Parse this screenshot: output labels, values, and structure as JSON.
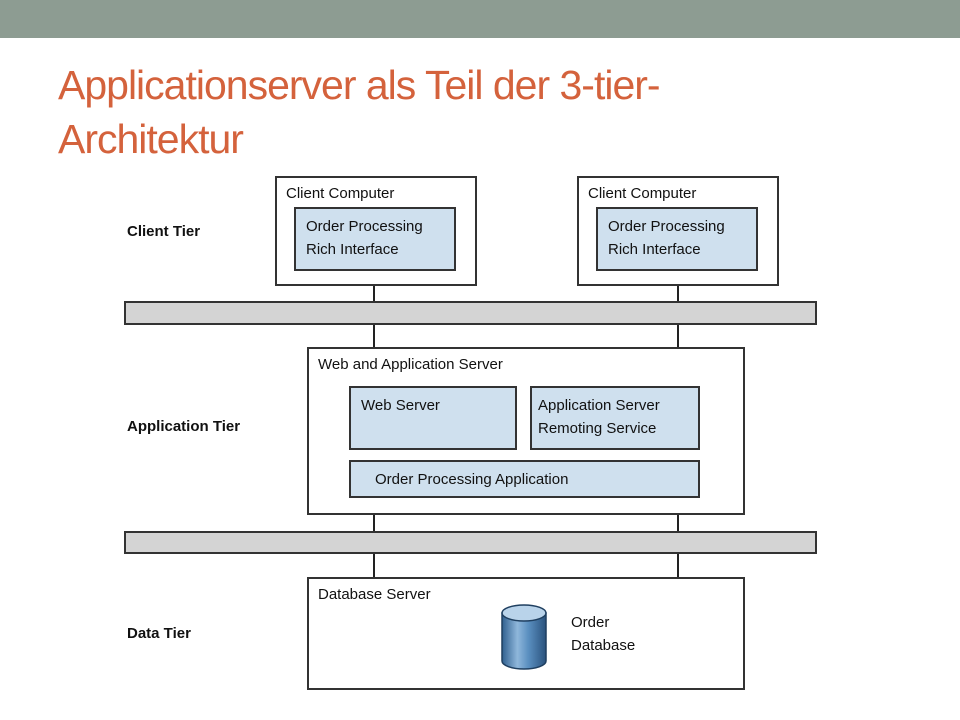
{
  "slide": {
    "title_line1": "Applicationserver als Teil der 3-tier-",
    "title_line2": "Architektur"
  },
  "diagram": {
    "tiers": {
      "client": "Client Tier",
      "application": "Application Tier",
      "data": "Data Tier"
    },
    "client_computers": [
      {
        "title": "Client Computer",
        "app_line1": "Order Processing",
        "app_line2": "Rich Interface"
      },
      {
        "title": "Client Computer",
        "app_line1": "Order Processing",
        "app_line2": "Rich Interface"
      }
    ],
    "app_server": {
      "title": "Web and Application Server",
      "web_server": "Web Server",
      "remoting_line1": "Application Server",
      "remoting_line2": "Remoting Service",
      "order_app": "Order Processing Application"
    },
    "database_server": {
      "title": "Database Server",
      "db_line1": "Order",
      "db_line2": "Database"
    }
  },
  "colors": {
    "title": "#d4623c",
    "top_bar": "#8d9c92",
    "component_fill": "#cfe0ee",
    "network_fill": "#d4d4d4",
    "database_icon": "#4f86b8"
  }
}
